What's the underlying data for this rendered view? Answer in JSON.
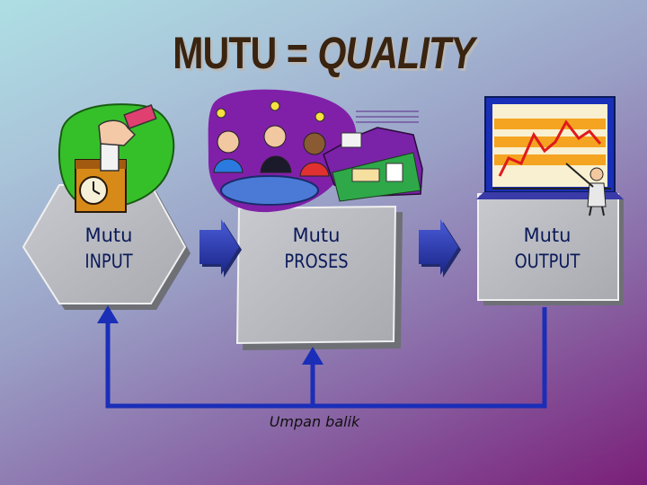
{
  "title": {
    "left": "MUTU",
    "equals": "=",
    "right": "QUALITY"
  },
  "nodes": {
    "input": {
      "line1": "Mutu",
      "line2": "INPUT"
    },
    "process": {
      "line1": "Mutu",
      "line2": "PROSES"
    },
    "output": {
      "line1": "Mutu",
      "line2": "OUTPUT"
    }
  },
  "feedback_label": "Umpan balik",
  "clipart": {
    "input": "time-clock-punch-card-icon",
    "process": "team-meeting-ideas-icon",
    "output": "presenter-chart-icon"
  },
  "colors": {
    "title": "#3a2410",
    "node_fill": "#b9bbc0",
    "arrow": "#1f2fb0",
    "feedback_line": "#1a2eb8",
    "label_text": "#0c1a5a"
  }
}
